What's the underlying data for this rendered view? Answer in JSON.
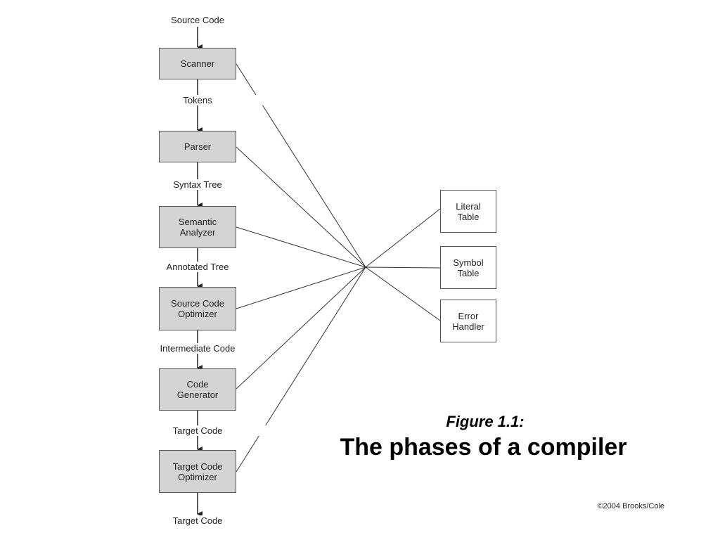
{
  "diagram": {
    "phases": [
      {
        "label": "Scanner"
      },
      {
        "label": "Parser"
      },
      {
        "label": "Semantic\nAnalyzer"
      },
      {
        "label": "Source Code\nOptimizer"
      },
      {
        "label": "Code\nGenerator"
      },
      {
        "label": "Target Code\nOptimizer"
      }
    ],
    "flow_labels": [
      "Source Code",
      "Tokens",
      "Syntax Tree",
      "Annotated Tree",
      "Intermediate Code",
      "Target Code",
      "Target Code"
    ],
    "shared_components": [
      {
        "label": "Literal\nTable"
      },
      {
        "label": "Symbol\nTable"
      },
      {
        "label": "Error\nHandler"
      }
    ]
  },
  "caption": {
    "figure_number": "Figure 1.1:",
    "title": "The phases of a compiler"
  },
  "copyright": "©2004 Brooks/Cole",
  "colors": {
    "phase_fill": "#d4d4d4",
    "line": "#333333"
  }
}
